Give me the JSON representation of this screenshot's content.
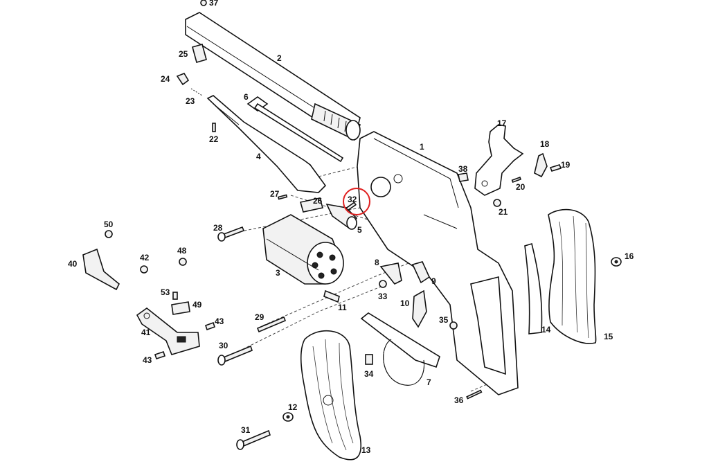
{
  "labels": {
    "p1": "1",
    "p2": "2",
    "p3": "3",
    "p4": "4",
    "p5": "5",
    "p6": "6",
    "p7": "7",
    "p8": "8",
    "p9": "9",
    "p10": "10",
    "p11": "11",
    "p12": "12",
    "p13": "13",
    "p14": "14",
    "p15": "15",
    "p16": "16",
    "p17": "17",
    "p18": "18",
    "p19": "19",
    "p20": "20",
    "p21": "21",
    "p22": "22",
    "p23": "23",
    "p24": "24",
    "p25": "25",
    "p26": "26",
    "p27": "27",
    "p28": "28",
    "p29": "29",
    "p30": "30",
    "p31": "31",
    "p32": "32",
    "p33": "33",
    "p34": "34",
    "p35": "35",
    "p36": "36",
    "p37": "37",
    "p38": "38",
    "p40": "40",
    "p41": "41",
    "p42": "42",
    "p43a": "43",
    "p43b": "43",
    "p48": "48",
    "p49": "49",
    "p50": "50",
    "p53": "53"
  },
  "highlight": {
    "part": "32",
    "color": "#e02020"
  }
}
